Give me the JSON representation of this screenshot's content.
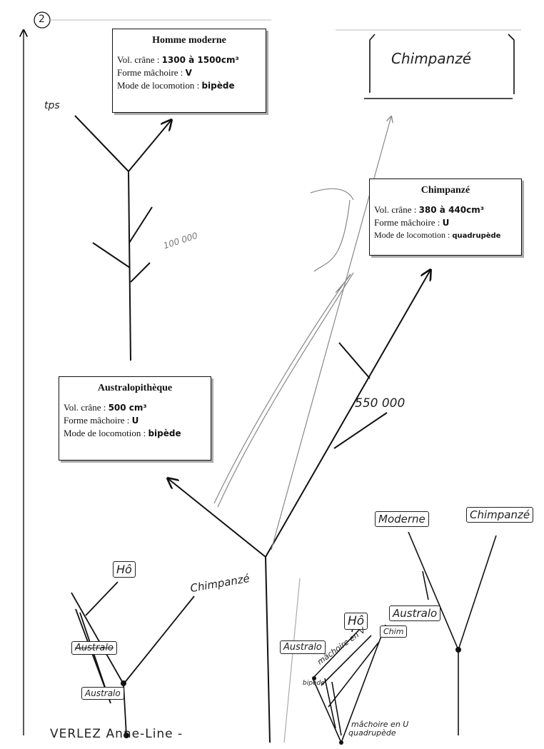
{
  "page_number": "2",
  "axis_label": "tps",
  "boxes": {
    "homme": {
      "title": "Homme moderne",
      "crane_label": "Vol. crâne :",
      "crane_value": "1300 à 1500cm³",
      "machoire_label": "Forme mâchoire :",
      "machoire_value": "V",
      "locomotion_label": "Mode de locomotion :",
      "locomotion_value": "bipède"
    },
    "chimp": {
      "title": "Chimpanzé",
      "crane_label": "Vol. crâne :",
      "crane_value": "380 à 440cm³",
      "machoire_label": "Forme mâchoire :",
      "machoire_value": "U",
      "locomotion_label": "Mode de locomotion :",
      "locomotion_value": "quadrupède"
    },
    "australo": {
      "title": "Australopithèque",
      "crane_label": "Vol. crâne :",
      "crane_value": "500 cm³",
      "machoire_label": "Forme mâchoire :",
      "machoire_value": "U",
      "locomotion_label": "Mode de locomotion :",
      "locomotion_value": "bipède"
    }
  },
  "handwritten": {
    "chimp_top": "Chimpanzé",
    "pencil_100": "100 000",
    "mark_550": "550 000",
    "ho_left": "Hô",
    "chimpanze_left": "Chimpanzé",
    "australo_crossed": "Australo",
    "australo_bottom": "Australo",
    "moderne": "Moderne",
    "chimpanze_right": "Chimpanzé",
    "australo_right": "Australo",
    "ho_mid": "Hô",
    "chim_mid": "Chim",
    "australo_mid": "Australo",
    "machoire_v": "mâchoire en V",
    "bipede": "bipède",
    "machoire_u": "mâchoire en U",
    "quadrupede": "quadrupède",
    "signature": "VERLEZ Anne-Line -"
  }
}
